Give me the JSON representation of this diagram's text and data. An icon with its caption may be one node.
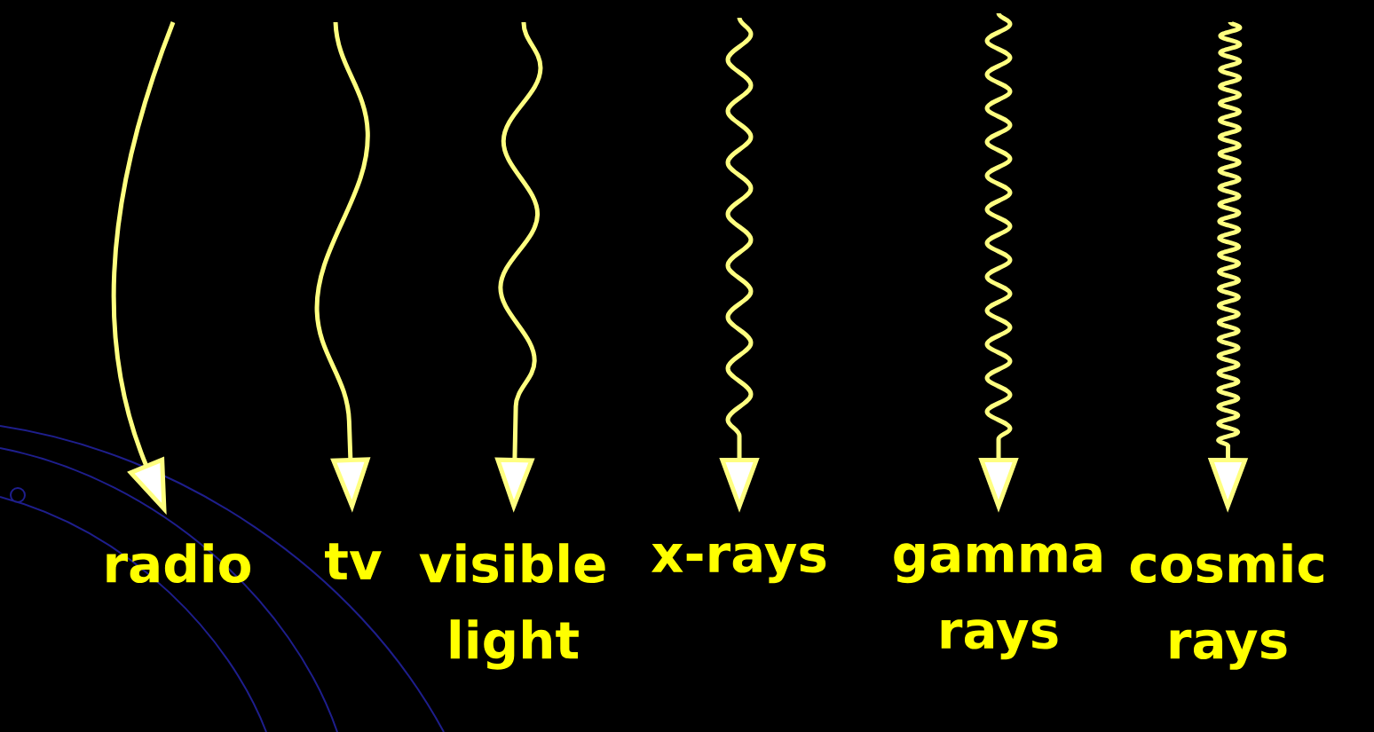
{
  "diagram": {
    "nodes": [
      {
        "text": [
          "radio"
        ]
      },
      {
        "text": [
          "tv"
        ]
      },
      {
        "text": [
          "visible light"
        ]
      },
      {
        "text": [
          "x-rays"
        ]
      },
      {
        "text": [
          "gamma rays"
        ]
      },
      {
        "text": [
          "cosmic rays"
        ]
      }
    ],
    "edges": [
      {
        "from": null,
        "to": 0,
        "arrow": "to"
      },
      {
        "from": null,
        "to": 1,
        "arrow": "to"
      },
      {
        "from": null,
        "to": 2,
        "arrow": "to"
      },
      {
        "from": null,
        "to": 3,
        "arrow": "to"
      },
      {
        "from": null,
        "to": 4,
        "arrow": "to"
      },
      {
        "from": null,
        "to": 5,
        "arrow": "to"
      }
    ]
  }
}
